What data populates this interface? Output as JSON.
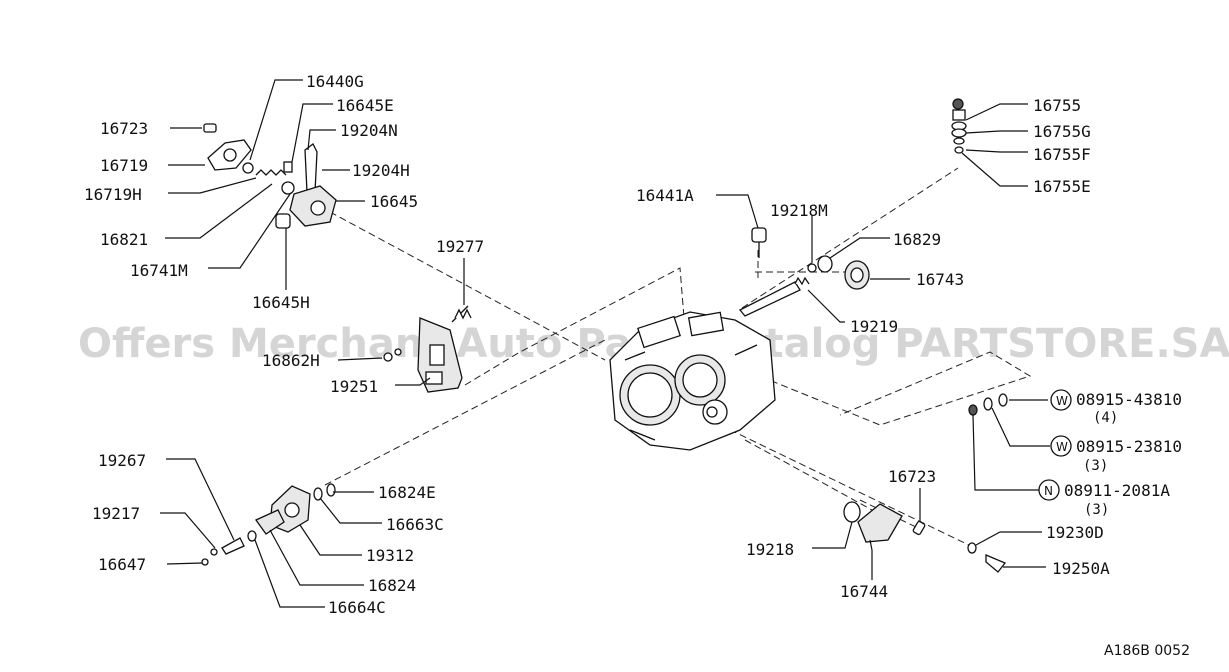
{
  "watermark": "Offers Merchant Auto Parts Catalog PARTSTORE.SA",
  "drawing_code": "A186B 0052",
  "labels": {
    "p16440G": "16440G",
    "p16723a": "16723",
    "p16645E": "16645E",
    "p19204N": "19204N",
    "p16719": "16719",
    "p19204H": "19204H",
    "p16719H": "16719H",
    "p16645": "16645",
    "p16821": "16821",
    "p16741M": "16741M",
    "p16645H": "16645H",
    "p19277": "19277",
    "p16862H": "16862H",
    "p19251": "19251",
    "p16441A": "16441A",
    "p19218M": "19218M",
    "p16829": "16829",
    "p16743": "16743",
    "p19219": "19219",
    "p16755": "16755",
    "p16755G": "16755G",
    "p16755F": "16755F",
    "p16755E": "16755E",
    "p08915_43810": "08915-43810",
    "q4": "(4)",
    "p08915_23810": "08915-23810",
    "q3a": "(3)",
    "p08911_2081A": "08911-2081A",
    "q3b": "(3)",
    "p19230D": "19230D",
    "p19250A": "19250A",
    "p16723b": "16723",
    "p19218": "19218",
    "p16744": "16744",
    "p19267": "19267",
    "p19217": "19217",
    "p16647": "16647",
    "p16824E": "16824E",
    "p16663C": "16663C",
    "p19312": "19312",
    "p16824": "16824",
    "p16664C": "16664C"
  },
  "symbols": {
    "w1": "W",
    "w2": "W",
    "n1": "N"
  }
}
